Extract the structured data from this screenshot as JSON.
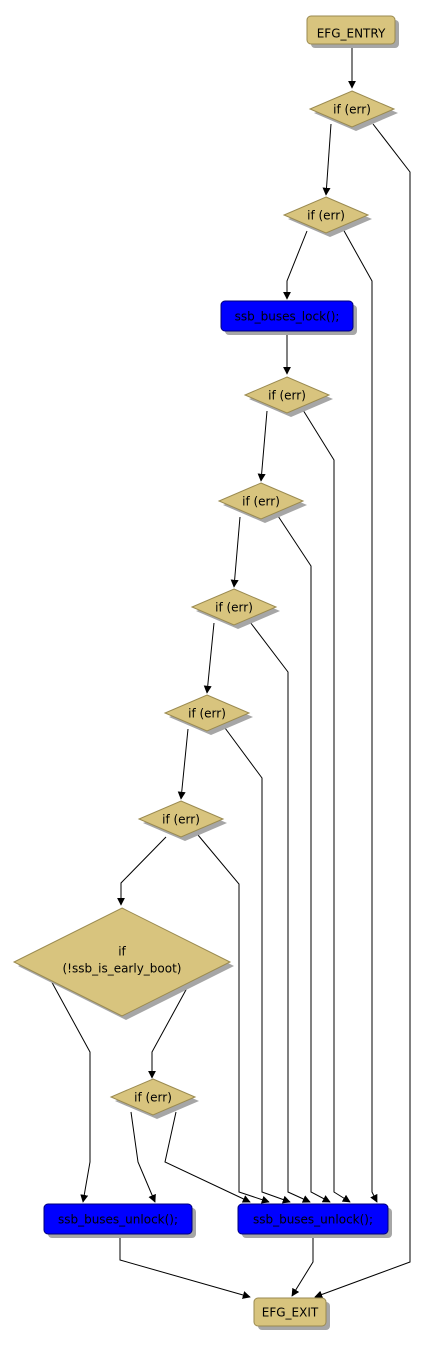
{
  "colors": {
    "decision_fill": "#d8c47e",
    "decision_stroke": "#9a8a50",
    "action_fill": "#0000ff",
    "action_stroke": "#00007a",
    "terminal_fill": "#d8c47e",
    "shadow": "#a6a6a6",
    "edge": "#000000"
  },
  "nodes": {
    "entry": {
      "label": "EFG_ENTRY",
      "shape": "terminal"
    },
    "if1": {
      "label": "if (err)",
      "shape": "decision"
    },
    "if2": {
      "label": "if (err)",
      "shape": "decision"
    },
    "lock": {
      "label": "ssb_buses_lock();",
      "shape": "action"
    },
    "if3": {
      "label": "if (err)",
      "shape": "decision"
    },
    "if4": {
      "label": "if (err)",
      "shape": "decision"
    },
    "if5": {
      "label": "if (err)",
      "shape": "decision"
    },
    "if6": {
      "label": "if (err)",
      "shape": "decision"
    },
    "if7": {
      "label": "if (err)",
      "shape": "decision"
    },
    "if_early": {
      "label_line1": "if",
      "label_line2": "(!ssb_is_early_boot)",
      "shape": "decision"
    },
    "if8": {
      "label": "if (err)",
      "shape": "decision"
    },
    "unlock_left": {
      "label": "ssb_buses_unlock();",
      "shape": "action"
    },
    "unlock_right": {
      "label": "ssb_buses_unlock();",
      "shape": "action"
    },
    "exit": {
      "label": "EFG_EXIT",
      "shape": "terminal"
    }
  }
}
